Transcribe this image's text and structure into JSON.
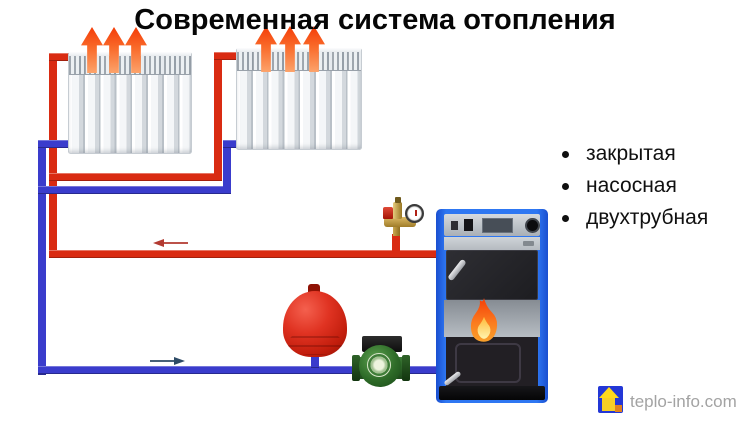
{
  "title": {
    "text": "Современная система отопления"
  },
  "features": {
    "items": [
      {
        "label": "закрытая"
      },
      {
        "label": "насосная"
      },
      {
        "label": "двухтрубная"
      }
    ]
  },
  "watermark": {
    "text": "teplo-info.com",
    "logo": "house-logo-icon"
  },
  "diagram": {
    "icons": {
      "heat": "heat-arrow-up-icon",
      "flame": "flame-icon",
      "supply_flow": "arrow-left-icon",
      "return_flow": "arrow-right-icon",
      "gauge": "pressure-gauge-icon"
    },
    "colors": {
      "supply_pipe_red": "#d92b12",
      "return_pipe_blue": "#3a3ccc",
      "boiler_blue": "#2e77f2",
      "expansion_tank_red": "#c11d0c",
      "pump_green": "#2e6b28",
      "heat_arrow_orange": "#f96a2a",
      "text_black": "#101010",
      "watermark_gray": "#a3a3a3"
    }
  }
}
